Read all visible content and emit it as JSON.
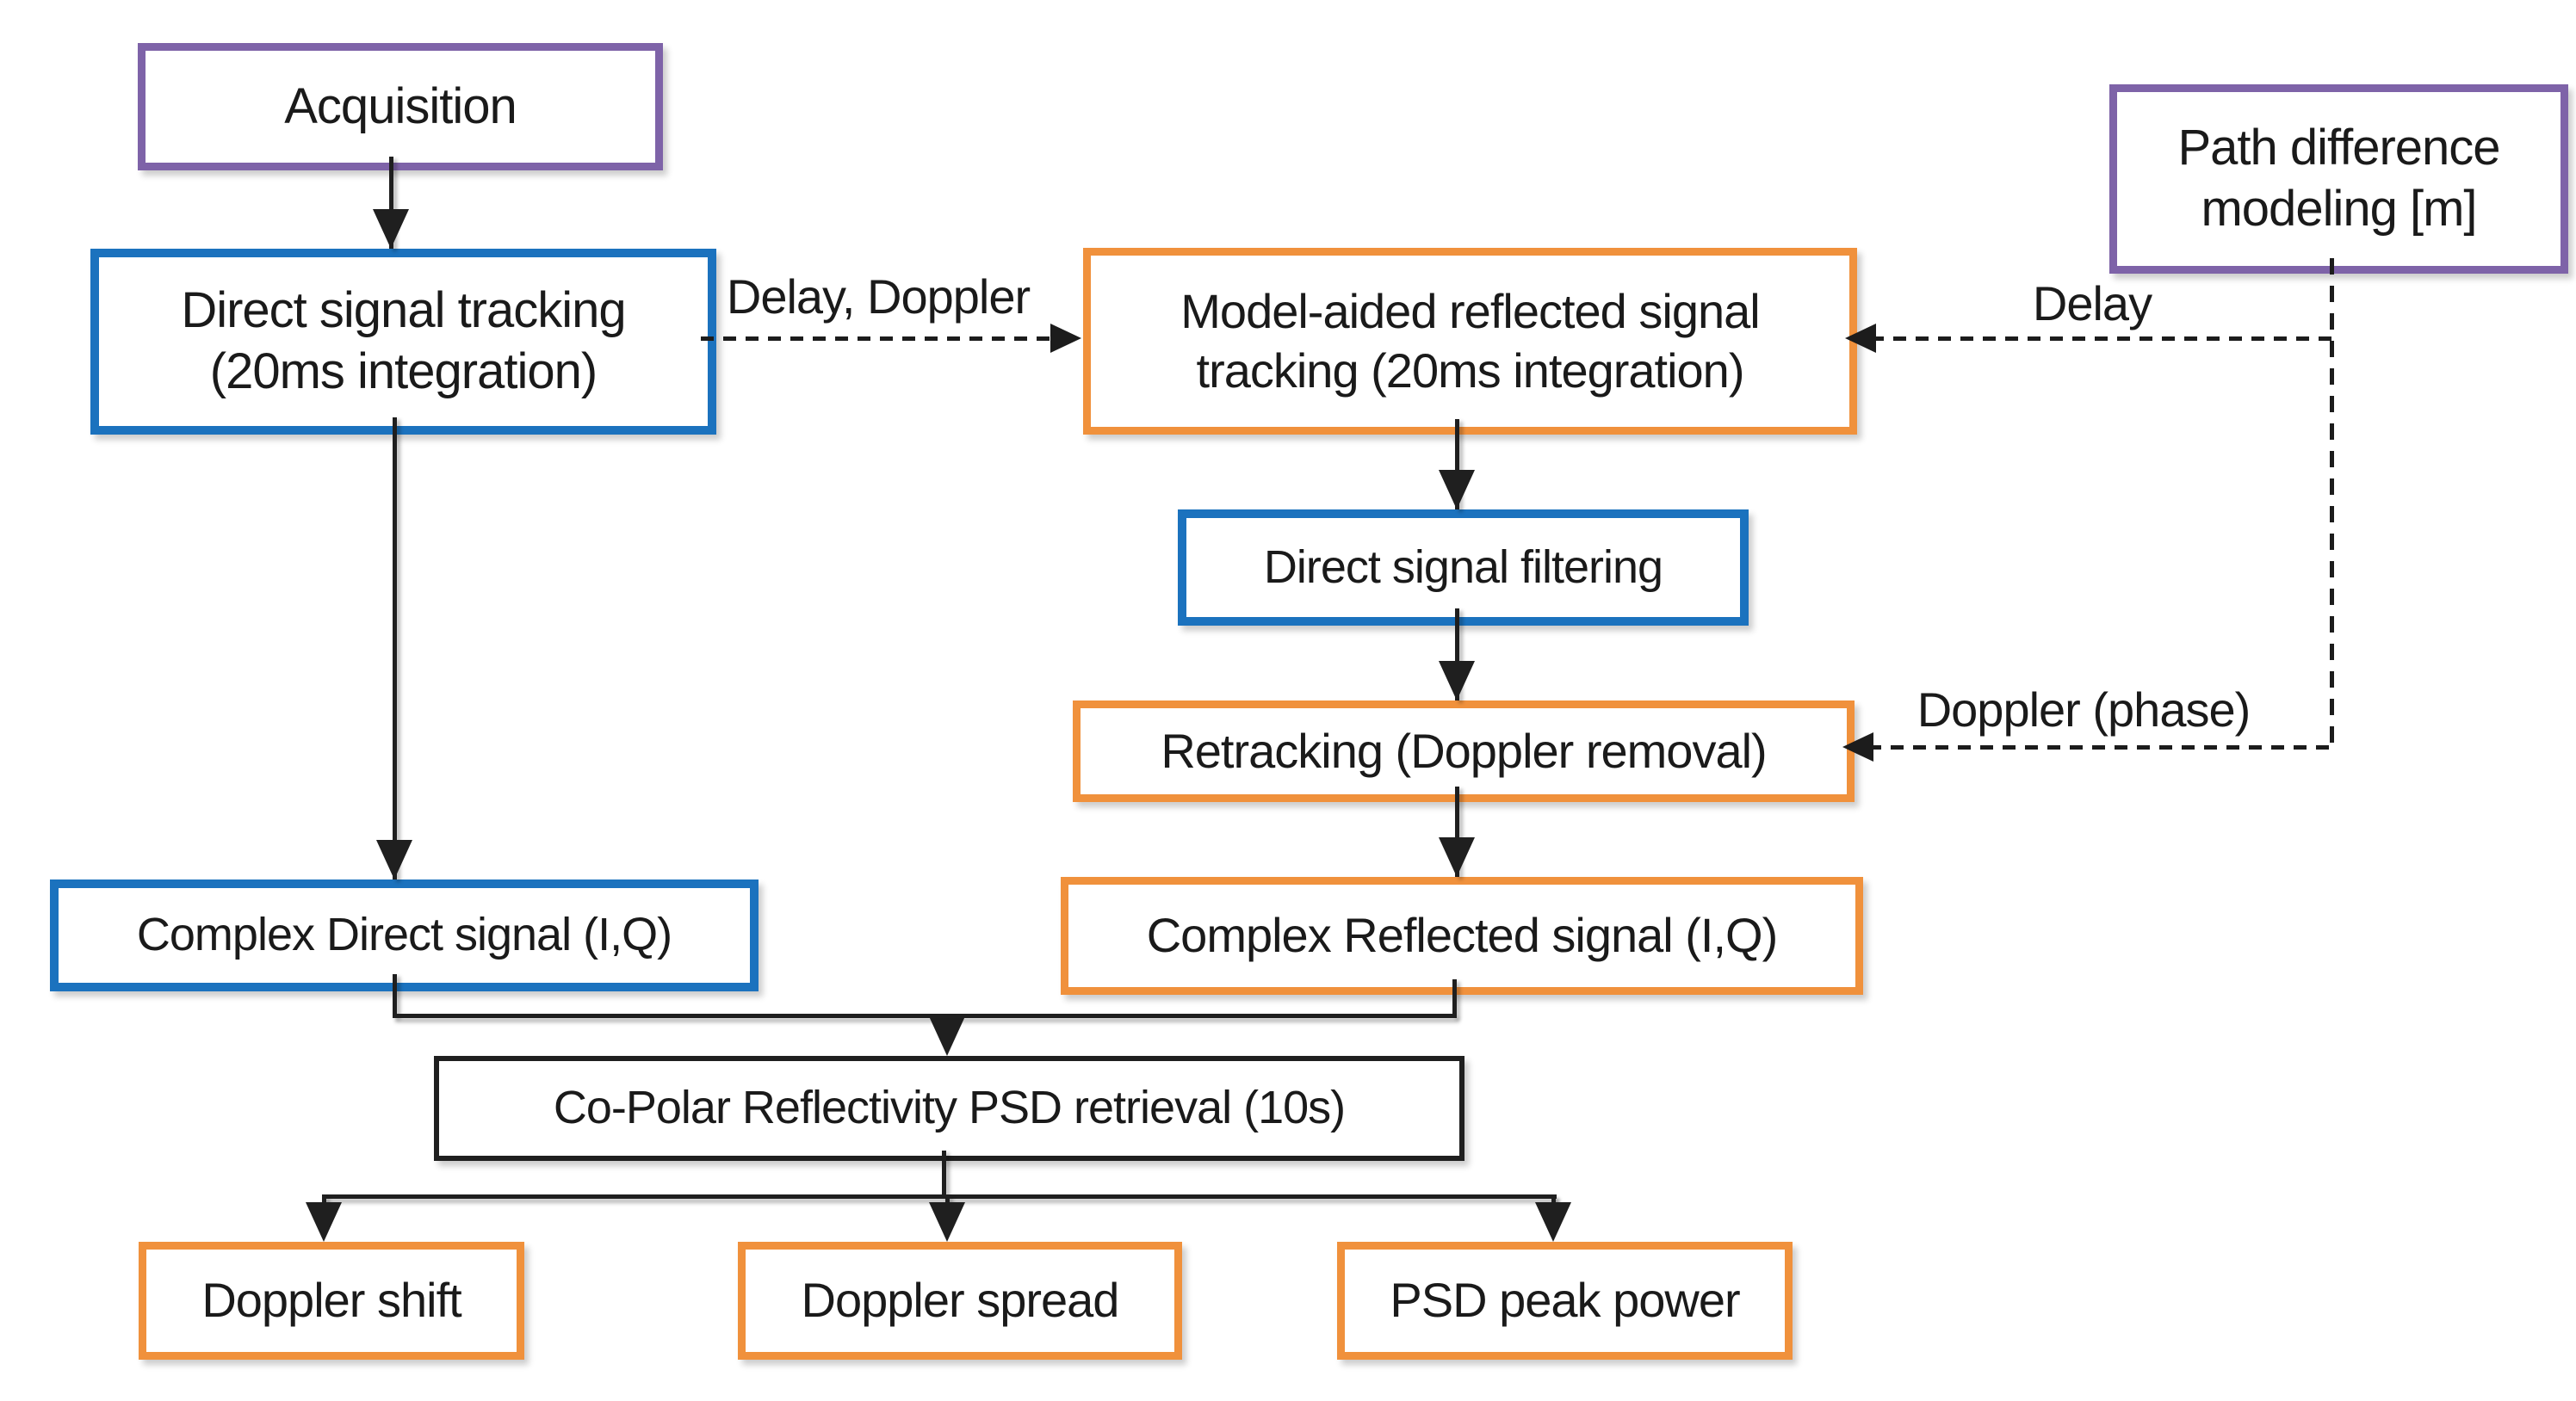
{
  "diagram": {
    "title": "GNSS-R co-polar reflectivity processing flowchart",
    "colors": {
      "background": "#ffffff",
      "purple_border": "#7E63A8",
      "blue_border": "#1B72BE",
      "orange_border": "#F0913C",
      "copolar_border": "#1f1f1f",
      "text": "#1a1a1a",
      "arrow": "#1f1f1f"
    },
    "nodes": {
      "acquisition": {
        "label": "Acquisition",
        "border": "purple"
      },
      "path_difference": {
        "line1": "Path difference",
        "line2": "modeling [m]",
        "border": "purple"
      },
      "direct_tracking": {
        "line1": "Direct signal tracking",
        "line2": "(20ms integration)",
        "border": "blue"
      },
      "model_aided": {
        "line1": "Model-aided reflected signal",
        "line2": "tracking (20ms integration)",
        "border": "orange"
      },
      "direct_filtering": {
        "label": "Direct signal filtering",
        "border": "blue"
      },
      "retracking": {
        "label": "Retracking (Doppler removal)",
        "border": "orange"
      },
      "complex_direct": {
        "label": "Complex Direct signal (I,Q)",
        "border": "blue"
      },
      "complex_reflected": {
        "label": "Complex Reflected signal (I,Q)",
        "border": "orange"
      },
      "copolar": {
        "label": "Co-Polar Reflectivity PSD retrieval (10s)",
        "border": "black"
      },
      "doppler_shift": {
        "label": "Doppler shift",
        "border": "orange"
      },
      "doppler_spread": {
        "label": "Doppler spread",
        "border": "orange"
      },
      "psd_peak_power": {
        "label": "PSD peak power",
        "border": "orange"
      }
    },
    "edge_labels": {
      "delay_doppler": "Delay, Doppler",
      "delay": "Delay",
      "doppler_phase": "Doppler (phase)"
    },
    "edges": [
      "acquisition -> direct_tracking (solid)",
      "direct_tracking -> model_aided (dashed, Delay, Doppler)",
      "path_difference -> model_aided (dashed, Delay)",
      "path_difference -> retracking (dashed, Doppler (phase))",
      "model_aided -> direct_filtering (solid)",
      "direct_filtering -> retracking (solid)",
      "retracking -> complex_reflected (solid)",
      "direct_tracking -> complex_direct (solid)",
      "complex_direct + complex_reflected -> copolar (solid merge)",
      "copolar -> doppler_shift (solid)",
      "copolar -> doppler_spread (solid)",
      "copolar -> psd_peak_power (solid)"
    ]
  }
}
